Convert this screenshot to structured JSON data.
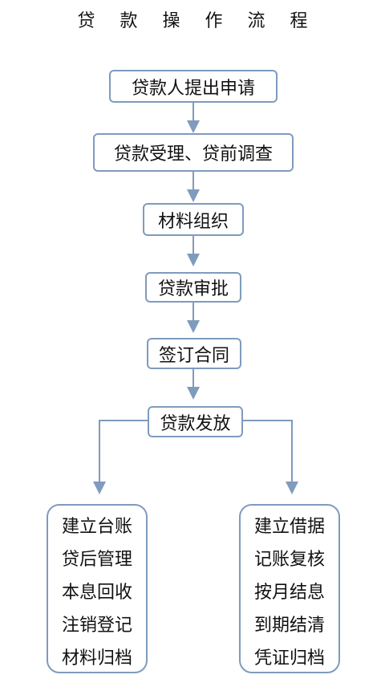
{
  "title": "贷 款 操 作 流 程",
  "steps": [
    "贷款人提出申请",
    "贷款受理、贷前调查",
    "材料组织",
    "贷款审批",
    "签订合同",
    "贷款发放"
  ],
  "left_branch": [
    "建立台账",
    "贷后管理",
    "本息回收",
    "注销登记",
    "材料归档"
  ],
  "right_branch": [
    "建立借据",
    "记账复核",
    "按月结息",
    "到期结清",
    "凭证归档"
  ],
  "colors": {
    "border": "#7f9bbd",
    "arrow": "#7f9bbd",
    "text": "#111111"
  }
}
